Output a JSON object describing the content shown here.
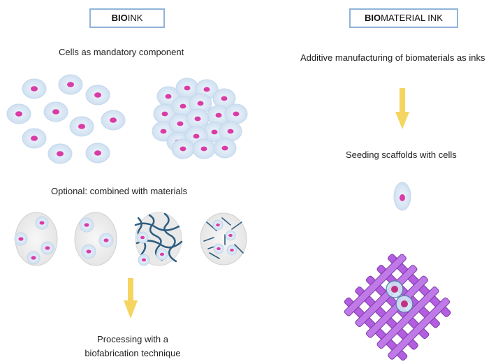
{
  "left": {
    "header_bold": "BIO",
    "header_rest": "INK",
    "cells_label": "Cells as mandatory component",
    "optional_label": "Optional: combined with materials",
    "processing_line1": "Processing with a",
    "processing_line2": "biofabrication technique"
  },
  "right": {
    "header_bold": "BIO",
    "header_rest": "MATERIAL INK",
    "additive_label": "Additive manufacturing of biomaterials as inks",
    "seeding_label": "Seeding scaffolds with cells"
  },
  "colors": {
    "cell_fill": "#dde9f5",
    "nucleus": "#d93ca6",
    "arrow": "#f5d560",
    "scaffold": "#b35ee0",
    "fiber": "#2e5d80"
  }
}
